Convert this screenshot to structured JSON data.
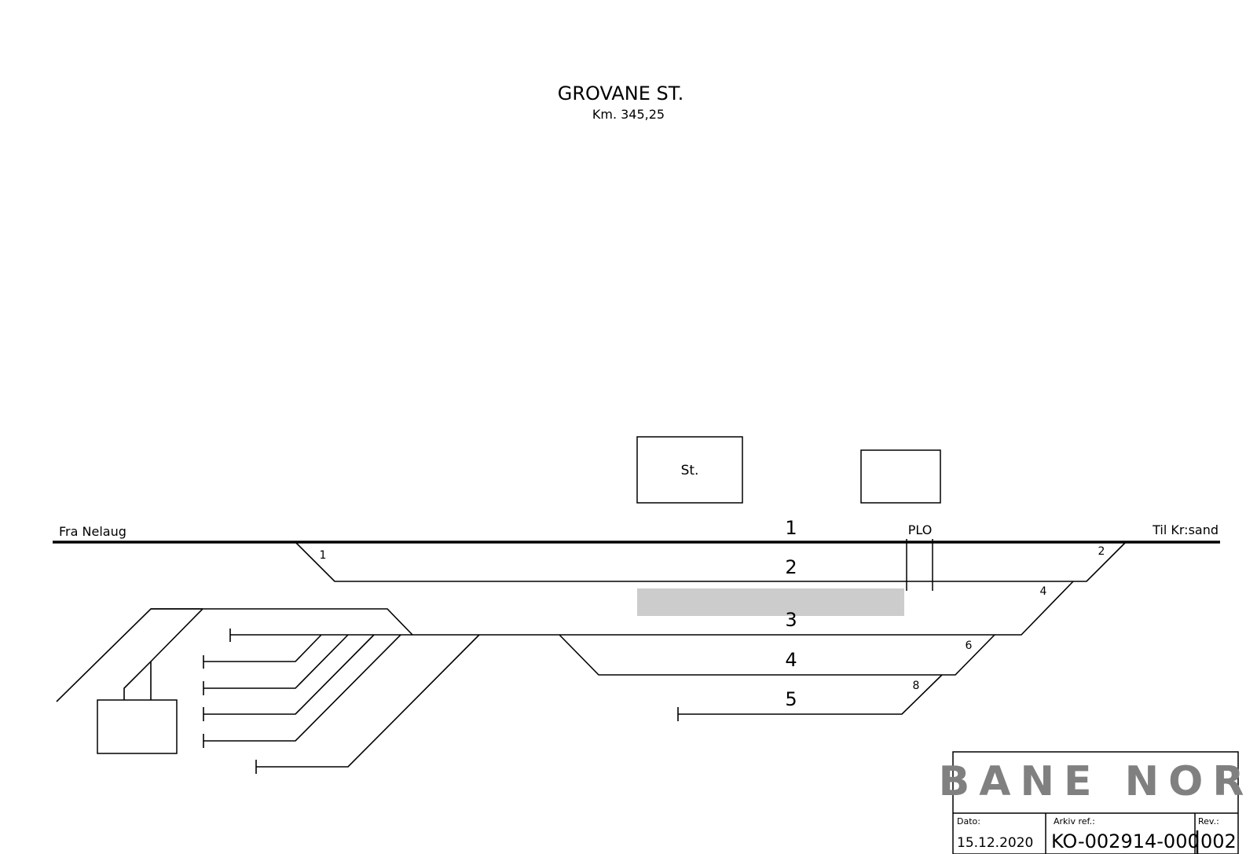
{
  "title": "GROVANE ST.",
  "subtitle": "Km. 345,25",
  "directions": {
    "from": "Fra Nelaug",
    "to": "Til Kr:sand"
  },
  "tracks": [
    "1",
    "2",
    "3",
    "4",
    "5"
  ],
  "switches": [
    "1",
    "2",
    "4",
    "6",
    "8"
  ],
  "buildings": {
    "station": "St."
  },
  "signal_label": "PLO",
  "platform_color": "#cccccc",
  "title_block": {
    "logo_text": "BANE NOR",
    "logo_color": "#808080",
    "date_label": "Dato:",
    "date": "15.12.2020",
    "archive_label": "Arkiv ref.:",
    "archive_ref": "KO-002914-000",
    "rev_label": "Rev.:",
    "rev": "002"
  }
}
